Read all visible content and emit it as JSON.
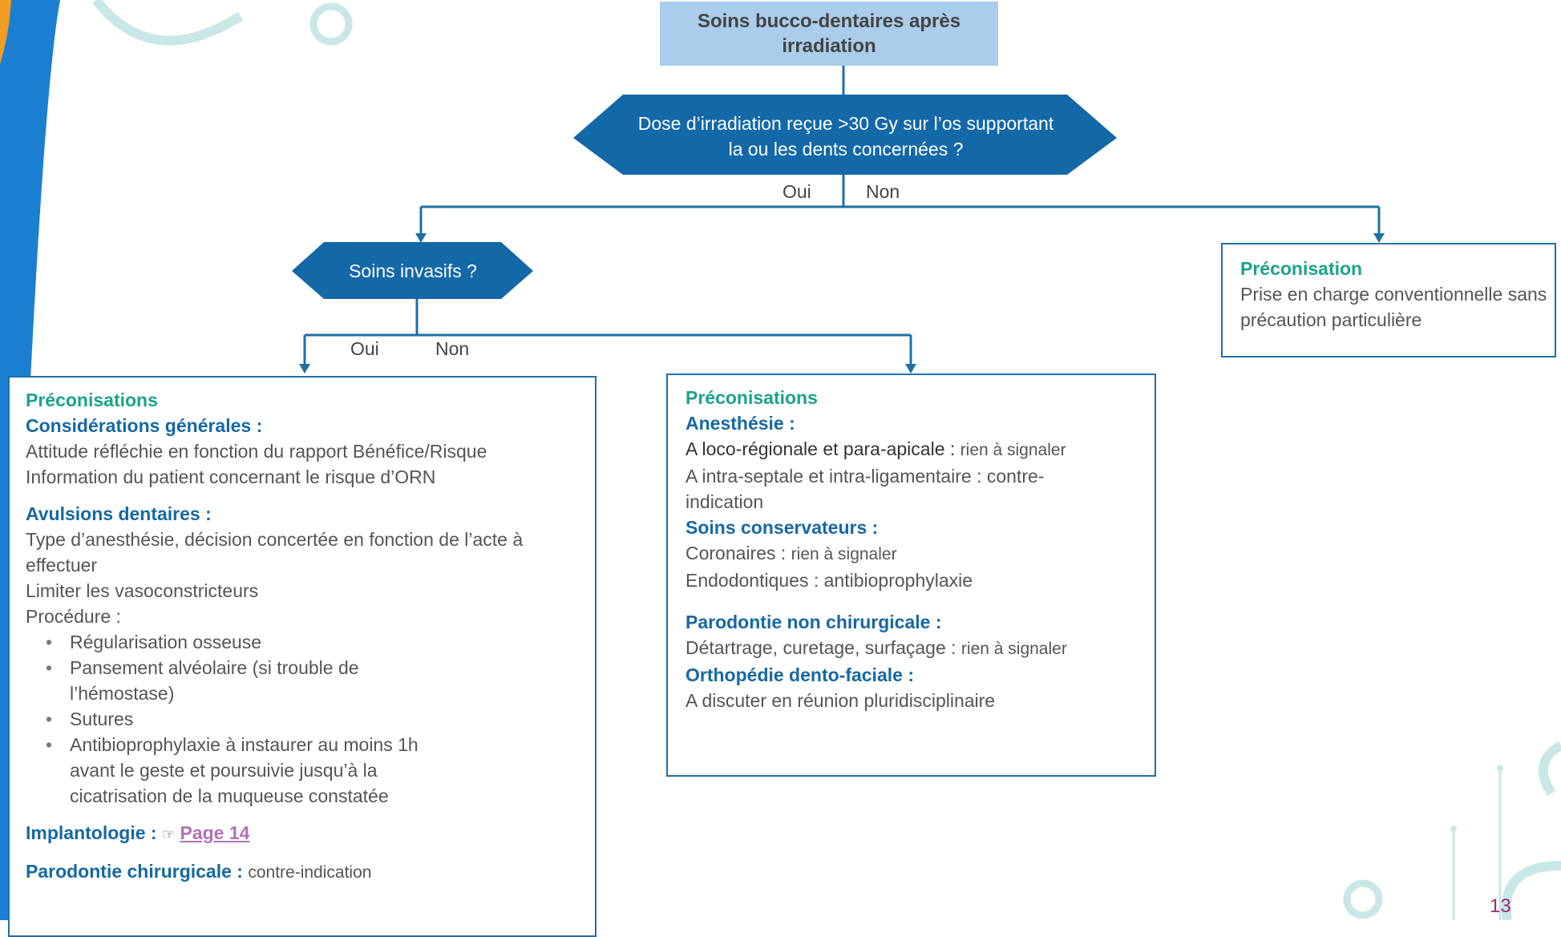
{
  "title": "Soins bucco-dentaires après irradiation",
  "decision1": {
    "text": "Dose d’irradiation reçue >30 Gy sur l’os supportant la ou les dents concernées ?",
    "yes": "Oui",
    "no": "Non"
  },
  "decision2": {
    "text": "Soins invasifs ?",
    "yes": "Oui",
    "no": "Non"
  },
  "right_panel": {
    "heading": "Préconisation",
    "text": "Prise en charge conventionnelle sans précaution particulière"
  },
  "left_panel": {
    "heading": "Préconisations",
    "general_title": "Considérations générales :",
    "general_lines": [
      "Attitude réfléchie en fonction du rapport Bénéfice/Risque",
      "Information du patient concernant le risque d’ORN"
    ],
    "avulsions_title": "Avulsions dentaires :",
    "avulsions_lines": [
      "Type d’anesthésie, décision concertée en fonction de l’acte à effectuer",
      "Limiter les vasoconstricteurs",
      "Procédure :"
    ],
    "procedure_items": [
      "Régularisation osseuse",
      "Pansement alvéolaire (si trouble de l’hémostase)",
      "Sutures",
      "Antibioprophylaxie à instaurer au moins 1h avant le geste et poursuivie jusqu’à la cicatrisation de la muqueuse constatée"
    ],
    "implanto_label": "Implantologie :",
    "implanto_icon": "☞",
    "implanto_link": "Page 14",
    "paro_label": "Parodontie chirurgicale :",
    "paro_value": "contre-indication"
  },
  "middle_panel": {
    "heading": "Préconisations",
    "anesth_title": "Anesthésie :",
    "anesth_line1_a": "A loco-régionale et para-apicale :",
    "anesth_line1_b": "rien à signaler",
    "anesth_line2": "A intra-septale et intra-ligamentaire : contre-indication",
    "soins_title": "Soins conservateurs :",
    "soins_line1_a": "Coronaires :",
    "soins_line1_b": "rien à signaler",
    "soins_line2": "Endodontiques : antibioprophylaxie",
    "paro_title": "Parodontie non chirurgicale :",
    "paro_line_a": "Détartrage, curetage, surfaçage :",
    "paro_line_b": "rien à signaler",
    "ortho_title": "Orthopédie dento-faciale :",
    "ortho_line": "A discuter en réunion pluridisciplinaire"
  },
  "page_number": "13",
  "colors": {
    "title_fill": "#a9cdea",
    "decision_fill": "#1368a8",
    "connector": "#1f6fa5",
    "heading_green": "#1aa38b",
    "heading_blue": "#1668a3"
  }
}
